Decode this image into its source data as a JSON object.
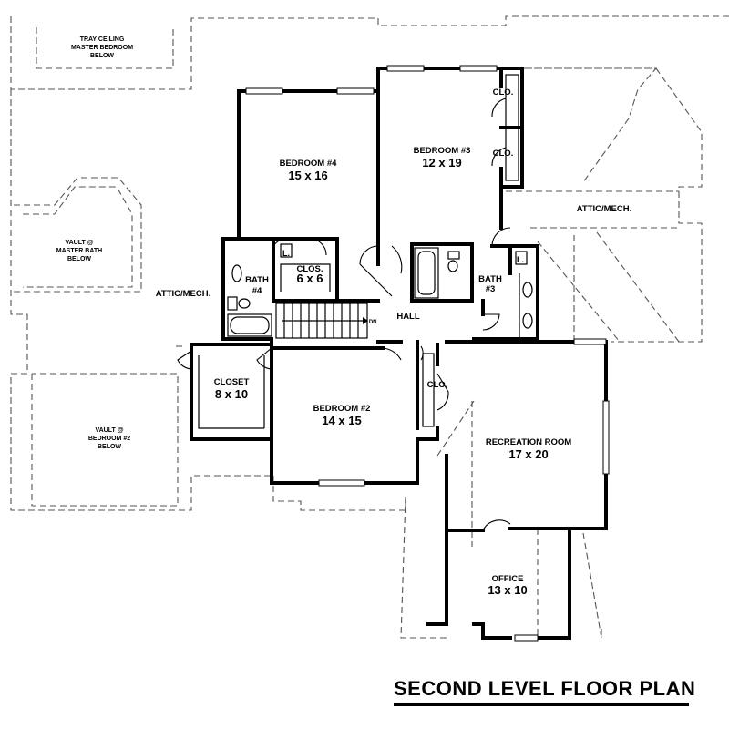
{
  "plan": {
    "title": "SECOND LEVEL FLOOR PLAN",
    "rooms": {
      "bedroom4": {
        "name": "BEDROOM #4",
        "size": "15 x 16"
      },
      "bedroom3": {
        "name": "BEDROOM #3",
        "size": "12 x 19"
      },
      "bedroom2": {
        "name": "BEDROOM #2",
        "size": "14 x 15"
      },
      "recreation": {
        "name": "RECREATION ROOM",
        "size": "17 x 20"
      },
      "office": {
        "name": "OFFICE",
        "size": "13 x 10"
      },
      "closet": {
        "name": "CLOSET",
        "size": "8 x 10"
      },
      "clos6": {
        "name": "CLOS.",
        "size": "6 x 6"
      },
      "bath4": {
        "name": "BATH",
        "num": "#4"
      },
      "bath3": {
        "name": "BATH",
        "num": "#3"
      },
      "hall": {
        "name": "HALL"
      }
    },
    "closets": {
      "clo_a": "CLO.",
      "clo_b": "CLO.",
      "clo_c": "CLO."
    },
    "linen": {
      "l1": "L.",
      "l2": "L."
    },
    "stair_dn": "DN.",
    "attic_left": "ATTIC/MECH.",
    "attic_right": "ATTIC/MECH.",
    "notes": {
      "tray": [
        "TRAY CEILING",
        "MASTER BEDROOM",
        "BELOW"
      ],
      "vault_bath": [
        "VAULT @",
        "MASTER BATH",
        "BELOW"
      ],
      "vault_bed2": [
        "VAULT @",
        "BEDROOM #2",
        "BELOW"
      ]
    }
  }
}
